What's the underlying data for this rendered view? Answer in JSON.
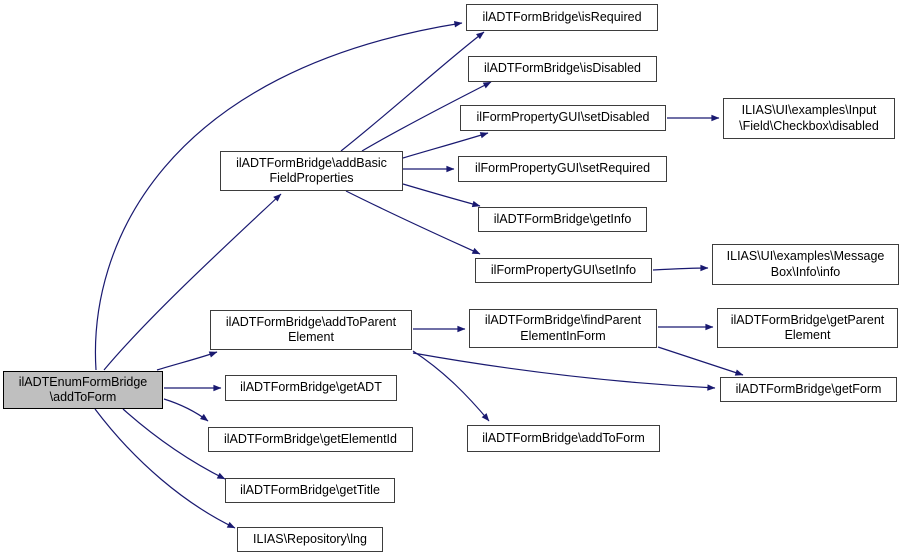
{
  "diagram": {
    "type": "call-graph",
    "colors": {
      "background": "#ffffff",
      "edge": "#191970",
      "node_border": "#3d3d3d",
      "node_fill": "#ffffff",
      "root_border": "#000000",
      "root_fill": "#bfbfbf",
      "text": "#000000"
    },
    "nodes": {
      "root": {
        "label": "ilADTEnumFormBridge\n\\addToForm"
      },
      "addBasicFieldProperties": {
        "label": "ilADTFormBridge\\addBasic\nFieldProperties"
      },
      "isRequired": {
        "label": "ilADTFormBridge\\isRequired"
      },
      "isDisabled": {
        "label": "ilADTFormBridge\\isDisabled"
      },
      "setDisabled": {
        "label": "ilFormPropertyGUI\\setDisabled"
      },
      "checkboxDisabled": {
        "label": "ILIAS\\UI\\examples\\Input\n\\Field\\Checkbox\\disabled"
      },
      "setRequired": {
        "label": "ilFormPropertyGUI\\setRequired"
      },
      "getInfo": {
        "label": "ilADTFormBridge\\getInfo"
      },
      "setInfo": {
        "label": "ilFormPropertyGUI\\setInfo"
      },
      "messageBoxInfo": {
        "label": "ILIAS\\UI\\examples\\Message\nBox\\Info\\info"
      },
      "addToParentElement": {
        "label": "ilADTFormBridge\\addToParent\nElement"
      },
      "findParentElementInForm": {
        "label": "ilADTFormBridge\\findParent\nElementInForm"
      },
      "getParentElement": {
        "label": "ilADTFormBridge\\getParent\nElement"
      },
      "getADT": {
        "label": "ilADTFormBridge\\getADT"
      },
      "getElementId": {
        "label": "ilADTFormBridge\\getElementId"
      },
      "addToForm": {
        "label": "ilADTFormBridge\\addToForm"
      },
      "getForm": {
        "label": "ilADTFormBridge\\getForm"
      },
      "getTitle": {
        "label": "ilADTFormBridge\\getTitle"
      },
      "lng": {
        "label": "ILIAS\\Repository\\lng"
      }
    },
    "edges": [
      {
        "from": "root",
        "to": "isRequired"
      },
      {
        "from": "root",
        "to": "addBasicFieldProperties"
      },
      {
        "from": "root",
        "to": "addToParentElement"
      },
      {
        "from": "root",
        "to": "getADT"
      },
      {
        "from": "root",
        "to": "getElementId"
      },
      {
        "from": "root",
        "to": "getTitle"
      },
      {
        "from": "root",
        "to": "lng"
      },
      {
        "from": "addBasicFieldProperties",
        "to": "isRequired"
      },
      {
        "from": "addBasicFieldProperties",
        "to": "isDisabled"
      },
      {
        "from": "addBasicFieldProperties",
        "to": "setDisabled"
      },
      {
        "from": "addBasicFieldProperties",
        "to": "setRequired"
      },
      {
        "from": "addBasicFieldProperties",
        "to": "getInfo"
      },
      {
        "from": "addBasicFieldProperties",
        "to": "setInfo"
      },
      {
        "from": "setDisabled",
        "to": "checkboxDisabled"
      },
      {
        "from": "setInfo",
        "to": "messageBoxInfo"
      },
      {
        "from": "addToParentElement",
        "to": "findParentElementInForm"
      },
      {
        "from": "addToParentElement",
        "to": "addToForm"
      },
      {
        "from": "addToParentElement",
        "to": "getForm"
      },
      {
        "from": "findParentElementInForm",
        "to": "getParentElement"
      },
      {
        "from": "findParentElementInForm",
        "to": "getForm"
      }
    ]
  }
}
